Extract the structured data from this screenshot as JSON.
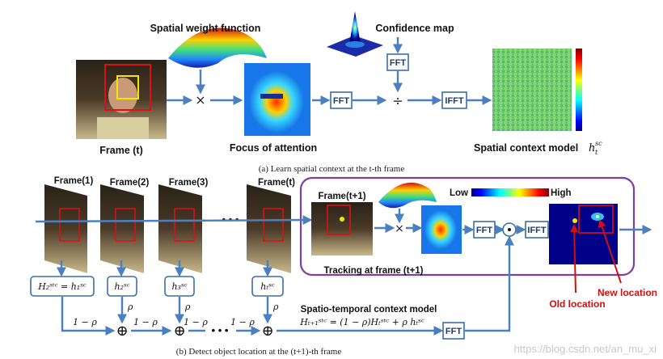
{
  "top": {
    "spatial_weight_function": "Spatial weight function",
    "confidence_map": "Confidence map",
    "frame_t": "Frame (t)",
    "focus_of_attention": "Focus of attention",
    "spatial_context_model": "Spatial context model",
    "spatial_context_symbol": "h",
    "spatial_context_sub": "t",
    "spatial_context_sup": "sc",
    "fft_a": "FFT",
    "fft_b": "FFT",
    "ifft": "IFFT",
    "times": "×",
    "divide": "÷",
    "caption": "(a) Learn spatial context at the t-th frame"
  },
  "bottom": {
    "frame_1": "Frame(1)",
    "frame_2": "Frame(2)",
    "frame_3": "Frame(3)",
    "frame_t": "Frame(t)",
    "dots": "• • •",
    "frame_t1": "Frame(t+1)",
    "tracking": "Tracking at frame (t+1)",
    "low": "Low",
    "high": "High",
    "fft_1": "FFT",
    "ifft": "IFFT",
    "fft_bottom": "FFT",
    "odot": "⊙",
    "times": "×",
    "box_h2": "H₂ˢᵗᶜ = h₁ˢᶜ",
    "box_h2sc": "h₂ˢᶜ",
    "box_h3sc": "h₃ˢᶜ",
    "box_htsc": "hₜˢᶜ",
    "rho": "ρ",
    "one_minus_rho": "1 − ρ",
    "oplus": "⊕",
    "stc_model_title": "Spatio-temporal  context  model",
    "stc_model_eq": "Hₜ₊₁ˢᵗᶜ = (1 − ρ)Hₜˢᵗᶜ + ρ hₜˢᶜ",
    "old_location": "Old location",
    "new_location": "New location",
    "caption": "(b) Detect object location at the (t+1)-th frame"
  },
  "watermark": "https://blog.csdn.net/an_mu_xi",
  "colors": {
    "arrow": "#4a7fc0",
    "box_border": "#3a6ea8",
    "tracking_border": "#7b3fa0",
    "red_label": "#d01010"
  }
}
